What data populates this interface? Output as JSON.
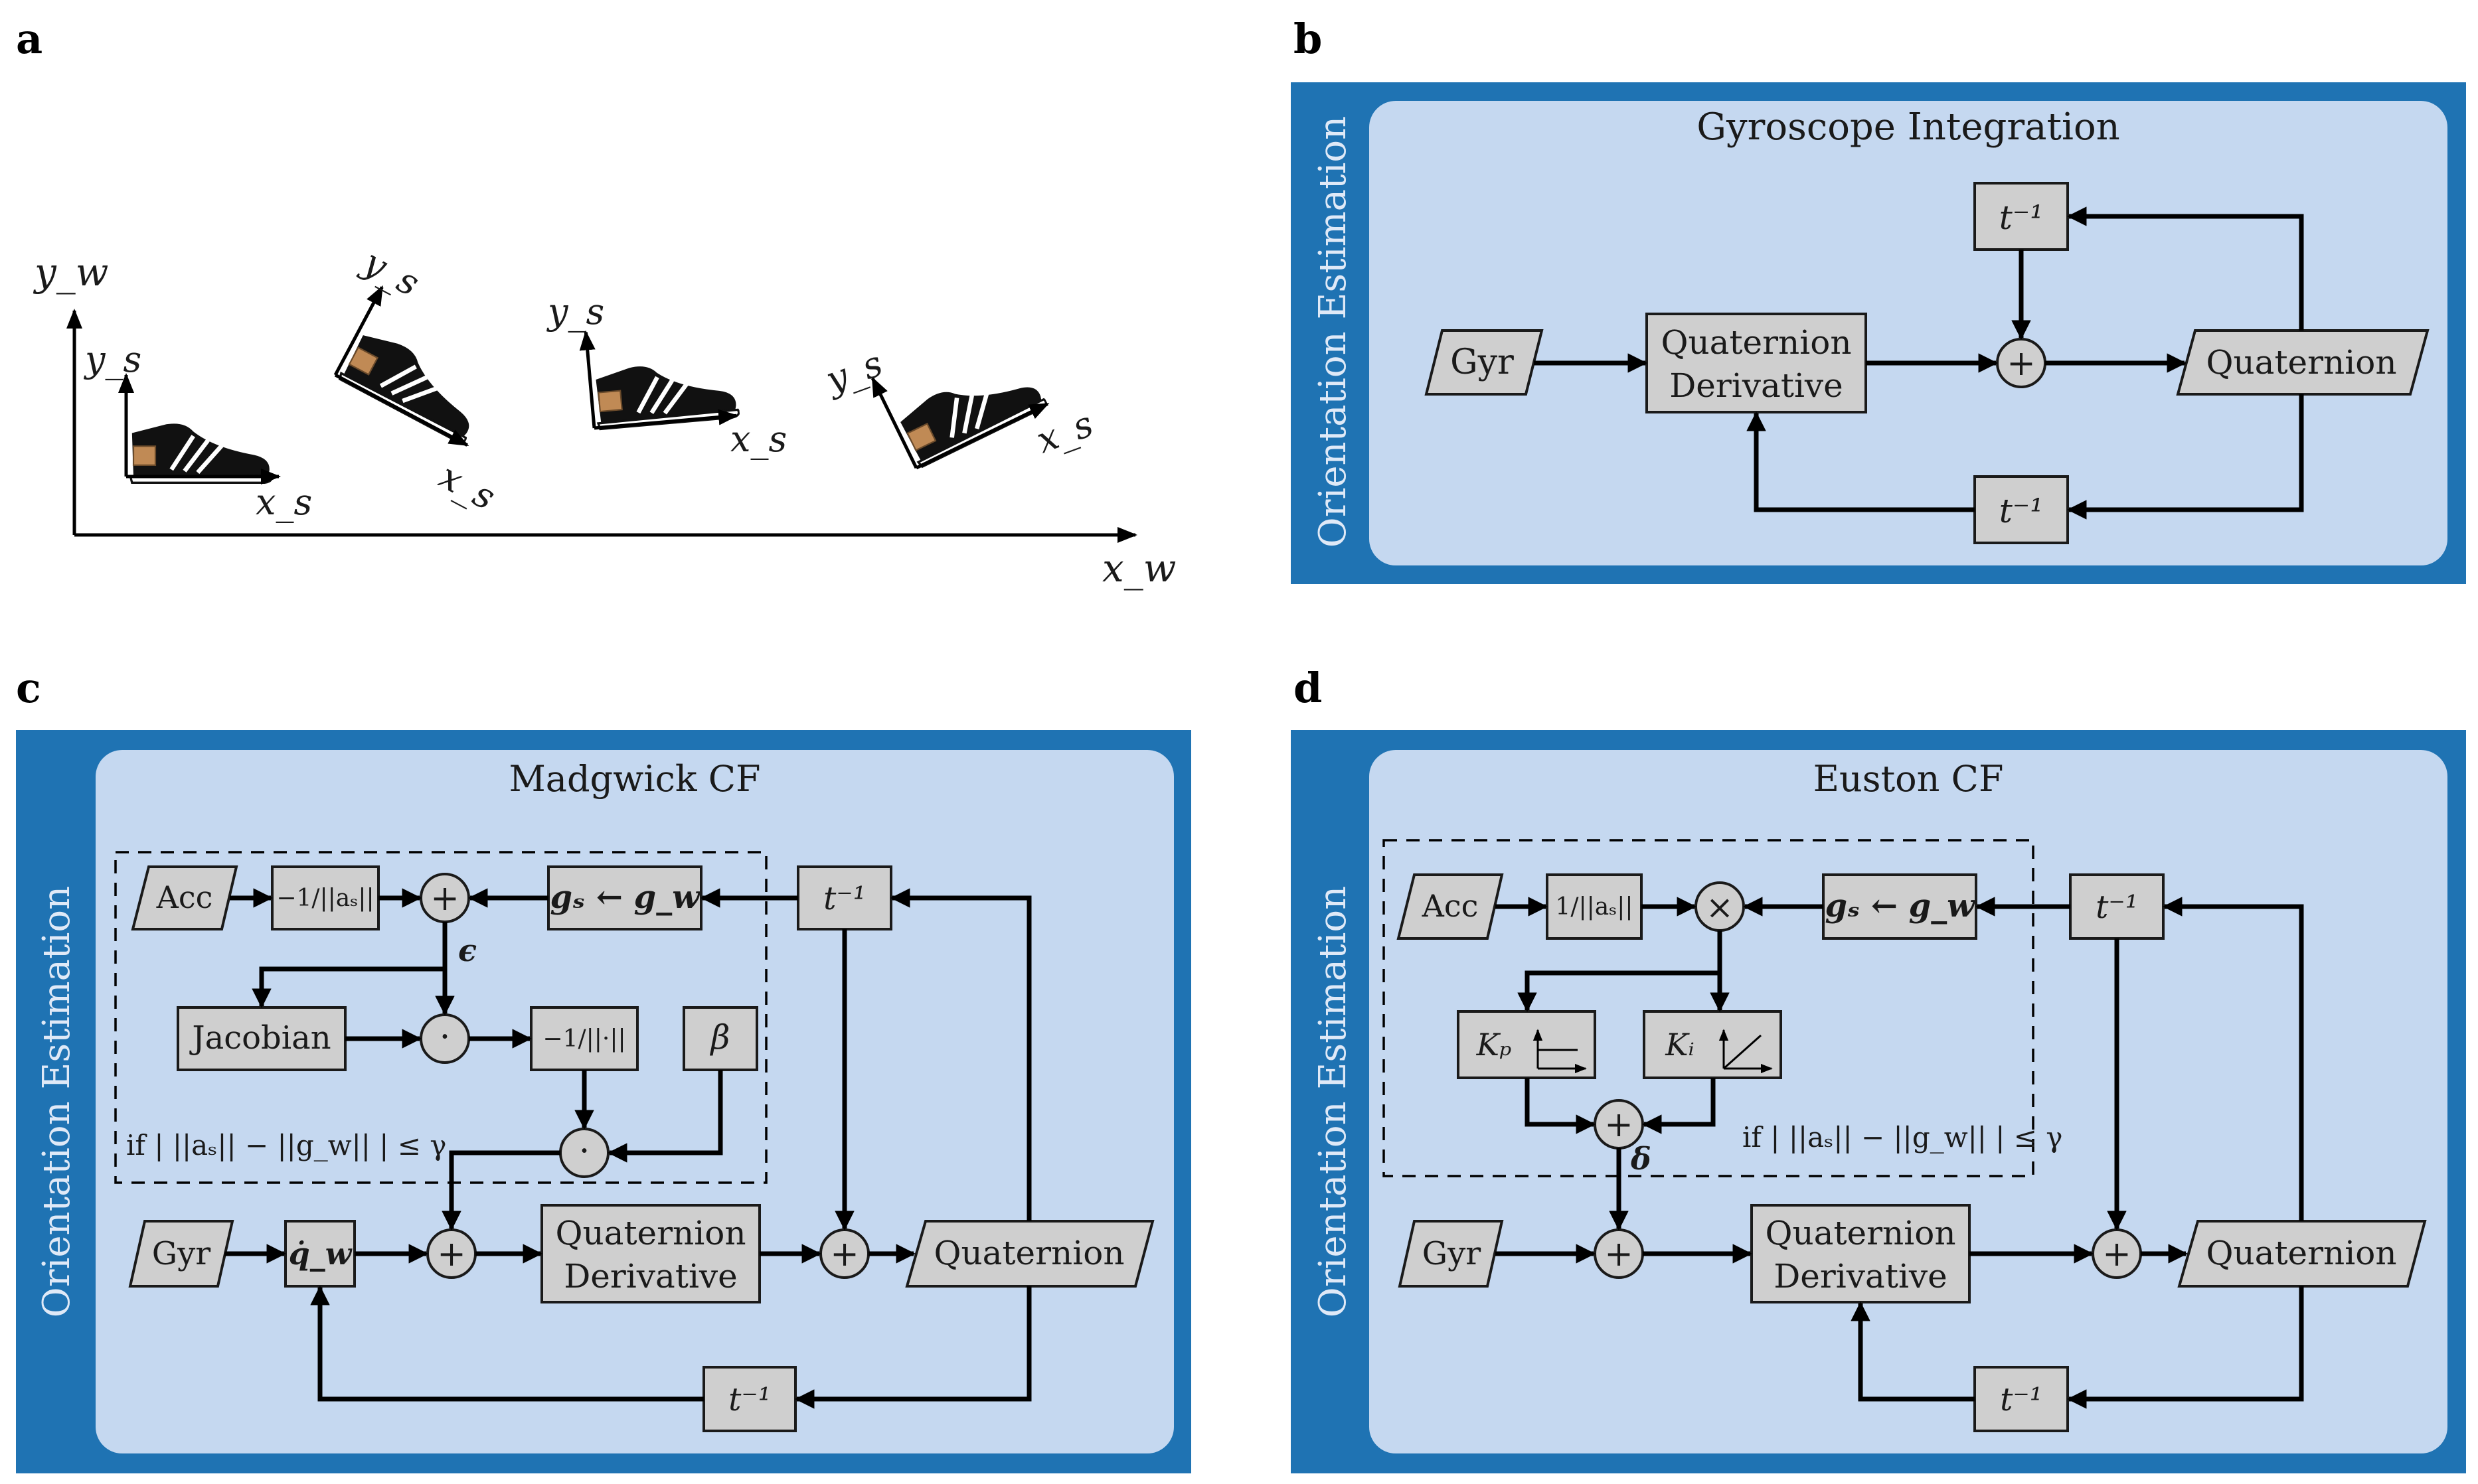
{
  "panel_labels": {
    "a": "a",
    "b": "b",
    "c": "c",
    "d": "d"
  },
  "side_label": "Orientation Estimation",
  "panel_a": {
    "world_y": "y_w",
    "world_x": "x_w",
    "sensor_y": "y_s",
    "sensor_x": "x_s"
  },
  "panel_b": {
    "title": "Gyroscope Integration",
    "gyr": "Gyr",
    "qd_line1": "Quaternion",
    "qd_line2": "Derivative",
    "quat": "Quaternion",
    "tinv": "t⁻¹",
    "plus": "+"
  },
  "panel_c": {
    "title": "Madgwick CF",
    "acc": "Acc",
    "norm": "−1/||aₛ||",
    "g_update": "gₛ ← g_w",
    "tinv": "t⁻¹",
    "epsilon": "ϵ",
    "jacobian": "Jacobian",
    "dot": "·",
    "norm2": "−1/||·||",
    "beta": "β",
    "condition": "if | ||aₛ|| − ||g_w|| | ≤ γ",
    "gyr": "Gyr",
    "qdot": "q̇_w",
    "qd_line1": "Quaternion",
    "qd_line2": "Derivative",
    "quat": "Quaternion",
    "plus": "+"
  },
  "panel_d": {
    "title": "Euston CF",
    "acc": "Acc",
    "norm": "1/||aₛ||",
    "g_update": "gₛ ← g_w",
    "tinv": "t⁻¹",
    "times": "×",
    "kp": "Kₚ",
    "ki": "Kᵢ",
    "delta": "δ",
    "condition": "if | ||aₛ|| − ||g_w|| | ≤ γ",
    "gyr": "Gyr",
    "qd_line1": "Quaternion",
    "qd_line2": "Derivative",
    "quat": "Quaternion",
    "plus": "+"
  },
  "colors": {
    "panel_border": "#1f73b3",
    "panel_fill": "#c5d8f0",
    "block_fill": "#cfcfcf"
  }
}
